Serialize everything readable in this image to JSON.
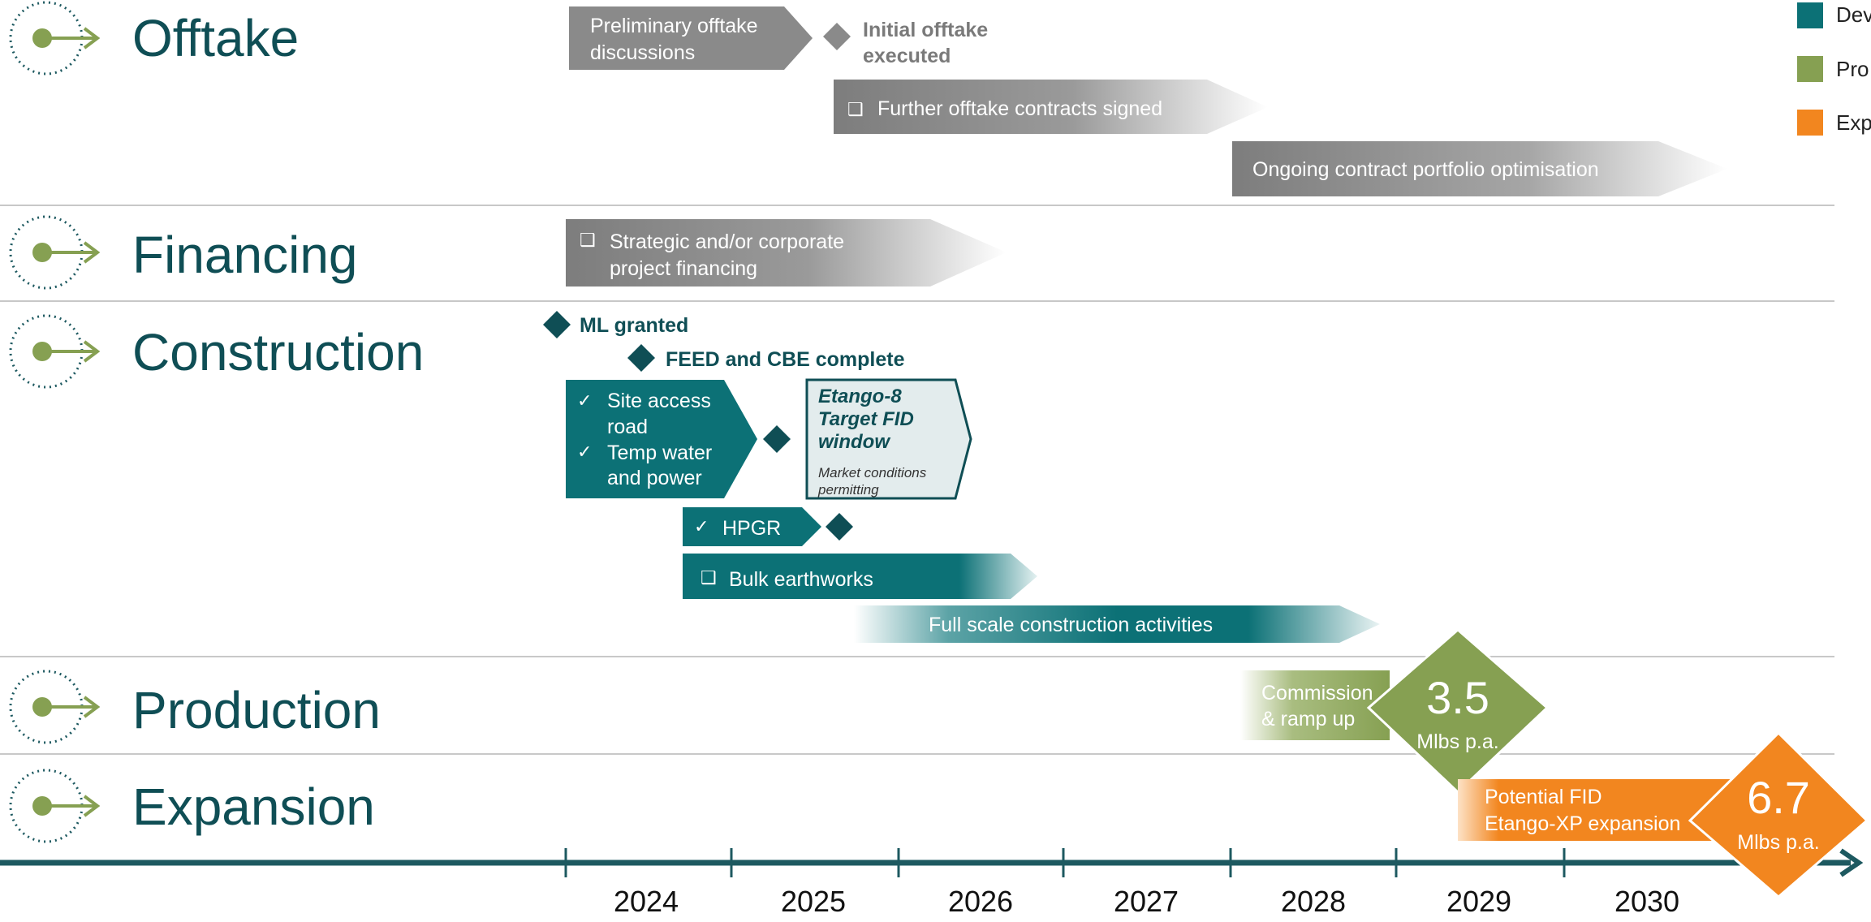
{
  "colors": {
    "teal_dark": "#0f4e55",
    "teal": "#0c7176",
    "gray_arrow": "#8a8a8a",
    "green": "#86a052",
    "orange": "#f2861f",
    "axis": "#1d5960",
    "row_divider": "#c8c8c8"
  },
  "rows": {
    "offtake": {
      "label": "Offtake",
      "icon": "arrow-target-icon"
    },
    "financing": {
      "label": "Financing",
      "icon": "arrow-target-icon"
    },
    "construction": {
      "label": "Construction",
      "icon": "arrow-target-icon"
    },
    "production": {
      "label": "Production",
      "icon": "arrow-target-icon"
    },
    "expansion": {
      "label": "Expansion",
      "icon": "arrow-target-icon"
    }
  },
  "legend": {
    "items": [
      {
        "label": "Dev",
        "color": "#0c7176"
      },
      {
        "label": "Pro",
        "color": "#86a052"
      },
      {
        "label": "Exp",
        "color": "#f2861f"
      }
    ]
  },
  "offtake": {
    "prelim_line1": "Preliminary offtake",
    "prelim_line2": "discussions",
    "initial_line1": "Initial offtake",
    "initial_line2": "executed",
    "further_icon": "❑",
    "further": "Further offtake contracts signed",
    "ongoing": "Ongoing contract portfolio optimisation"
  },
  "financing": {
    "icon": "❑",
    "line1": "Strategic and/or corporate",
    "line2": "project financing"
  },
  "construction": {
    "ml_granted": "ML granted",
    "feed_cbe": "FEED and CBE complete",
    "check": "✓",
    "site_line1": "Site access",
    "site_line2": "road",
    "temp_line1": "Temp water",
    "temp_line2": "and power",
    "fid_line1": "Etango-8",
    "fid_line2": "Target FID",
    "fid_line3": "window",
    "fid_note1": "Market conditions",
    "fid_note2": "permitting",
    "hpgr": "HPGR",
    "bulk_icon": "❑",
    "bulk": "Bulk earthworks",
    "full_scale": "Full scale construction activities"
  },
  "production": {
    "line1": "Commission",
    "line2": "& ramp up",
    "value": "3.5",
    "unit": "Mlbs p.a."
  },
  "expansion": {
    "line1": "Potential FID",
    "line2": "Etango-XP expansion",
    "value": "6.7",
    "unit": "Mlbs p.a."
  },
  "timeline": {
    "years": [
      "2024",
      "2025",
      "2026",
      "2027",
      "2028",
      "2029",
      "2030"
    ]
  }
}
